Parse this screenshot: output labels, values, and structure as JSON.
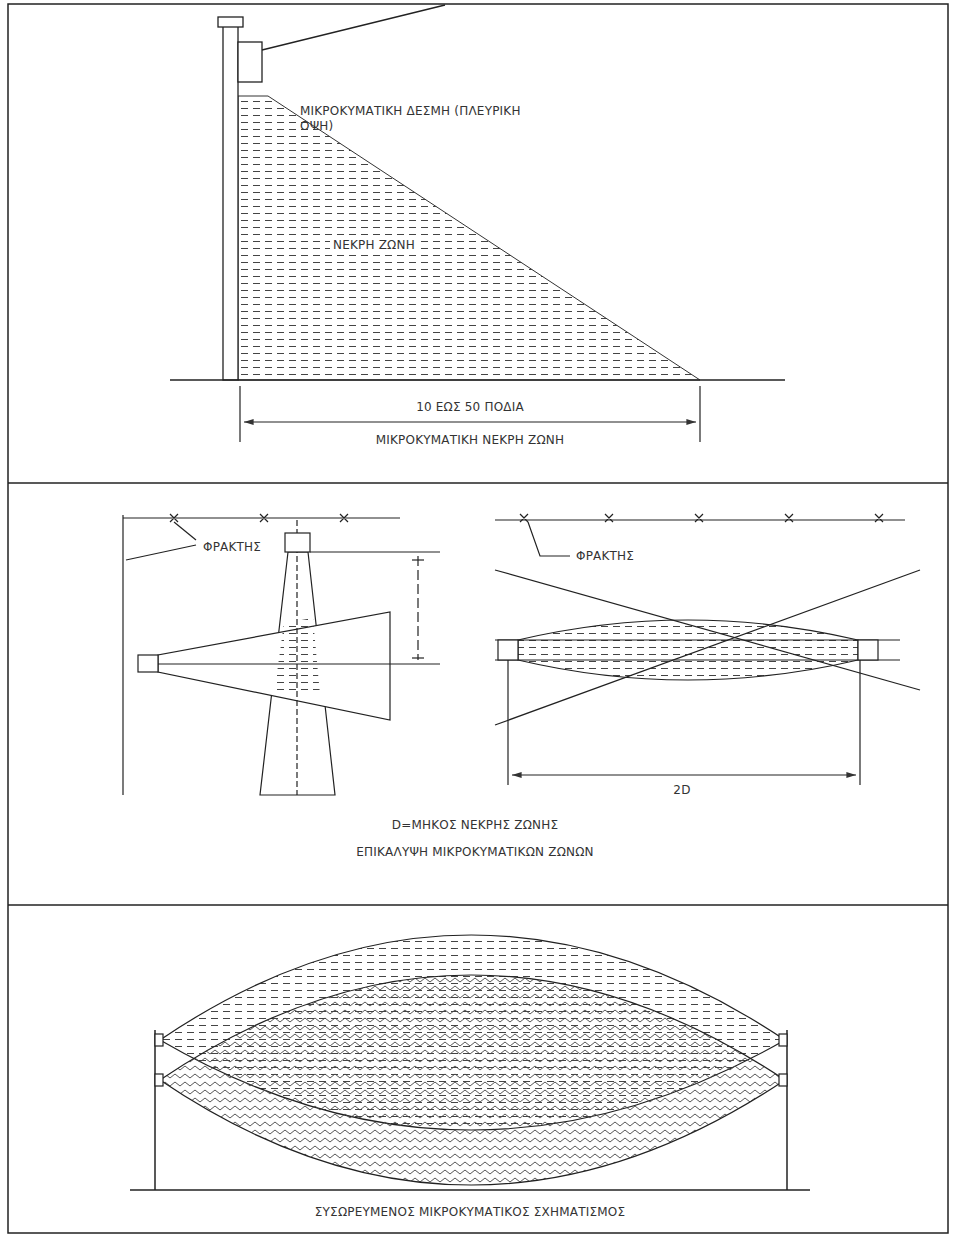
{
  "diagram": {
    "labels": [
      "ΜΙΚΡΟΚΥΜΑΤΙΚΗ ΔΕΣΜΗ (ΠΛΕΥΡΙΚΗ ΟΨΗ)",
      "ΝΕΚΡΗ ΖΩΝΗ",
      "10 ΕΩΣ 50 ΠΟΔΙΑ",
      "ΜΙΚΡΟΚΥΜΑΤΙΚΗ ΝΕΚΡΗ ΖΩΝΗ",
      "ΦΡΑΚΤΗΣ",
      "ΦΡΑΚΤΗΣ",
      "2D",
      "D=ΜΗΚΟΣ ΝΕΚΡΗΣ ΖΩΝΗΣ",
      "ΕΠΙΚΑΛΥΨΗ ΜΙΚΡΟΚΥΜΑΤΙΚΩΝ ΖΩΝΩΝ",
      "ΣΥΣΩΡΕΥΜΕΝΟΣ ΜΙΚΡΟΚΥΜΑΤΙΚΟΣ ΣΧΗΜΑΤΙΣΜΟΣ"
    ]
  }
}
